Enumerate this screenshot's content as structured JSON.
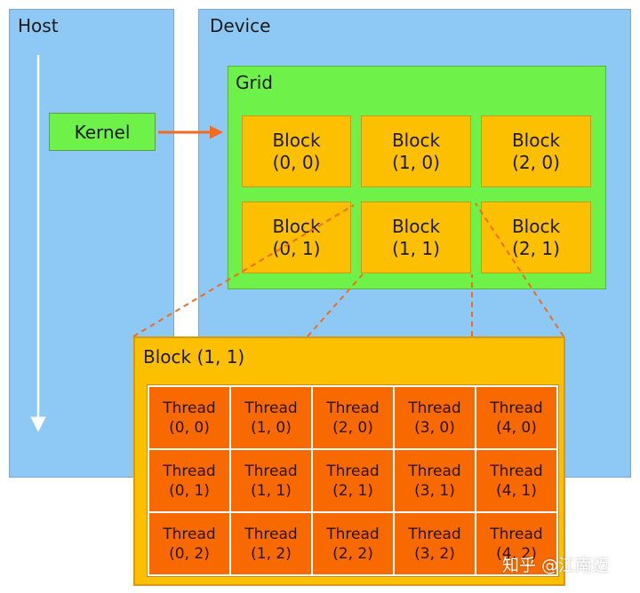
{
  "host": {
    "label": "Host"
  },
  "device": {
    "label": "Device"
  },
  "kernel": {
    "label": "Kernel"
  },
  "grid": {
    "label": "Grid",
    "blocks": [
      {
        "name": "Block",
        "coord": "(0, 0)"
      },
      {
        "name": "Block",
        "coord": "(1, 0)"
      },
      {
        "name": "Block",
        "coord": "(2, 0)"
      },
      {
        "name": "Block",
        "coord": "(0, 1)"
      },
      {
        "name": "Block",
        "coord": "(1, 1)"
      },
      {
        "name": "Block",
        "coord": "(2, 1)"
      }
    ]
  },
  "expanded_block": {
    "label": "Block (1, 1)",
    "threads": [
      {
        "name": "Thread",
        "coord": "(0, 0)"
      },
      {
        "name": "Thread",
        "coord": "(1, 0)"
      },
      {
        "name": "Thread",
        "coord": "(2, 0)"
      },
      {
        "name": "Thread",
        "coord": "(3, 0)"
      },
      {
        "name": "Thread",
        "coord": "(4, 0)"
      },
      {
        "name": "Thread",
        "coord": "(0, 1)"
      },
      {
        "name": "Thread",
        "coord": "(1, 1)"
      },
      {
        "name": "Thread",
        "coord": "(2, 1)"
      },
      {
        "name": "Thread",
        "coord": "(3, 1)"
      },
      {
        "name": "Thread",
        "coord": "(4, 1)"
      },
      {
        "name": "Thread",
        "coord": "(0, 2)"
      },
      {
        "name": "Thread",
        "coord": "(1, 2)"
      },
      {
        "name": "Thread",
        "coord": "(2, 2)"
      },
      {
        "name": "Thread",
        "coord": "(3, 2)"
      },
      {
        "name": "Thread",
        "coord": "(4, 2)"
      }
    ]
  },
  "watermark": "知乎 @江南迈",
  "colors": {
    "panel": "#8ec8f5",
    "grid": "#6ef24a",
    "block": "#fdc000",
    "thread": "#f86a00",
    "arrow": "#f26b1d"
  }
}
